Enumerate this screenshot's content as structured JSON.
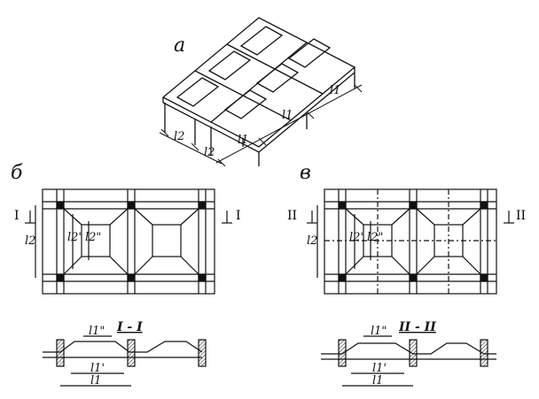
{
  "panels": {
    "a": {
      "label": "а",
      "dims": {
        "l1_1": "l1",
        "l1_2": "l1",
        "l1_3": "l1",
        "l2_1": "l2",
        "l2_2": "l2"
      }
    },
    "b": {
      "label": "б",
      "cut": "I",
      "section_title": "I - I",
      "dims": {
        "l2": "l2",
        "l2p": "l2'",
        "l2pp": "l2\"",
        "l1p": "l1'",
        "l1pp": "l1\"",
        "l1": "l1"
      }
    },
    "v": {
      "label": "в",
      "cut": "II",
      "section_title": "II - II",
      "dims": {
        "l2": "l2",
        "l2p": "l2'",
        "l2pp": "l2\"",
        "l1p": "l1'",
        "l1pp": "l1\"",
        "l1": "l1"
      }
    }
  },
  "colors": {
    "ink": "#111111"
  }
}
